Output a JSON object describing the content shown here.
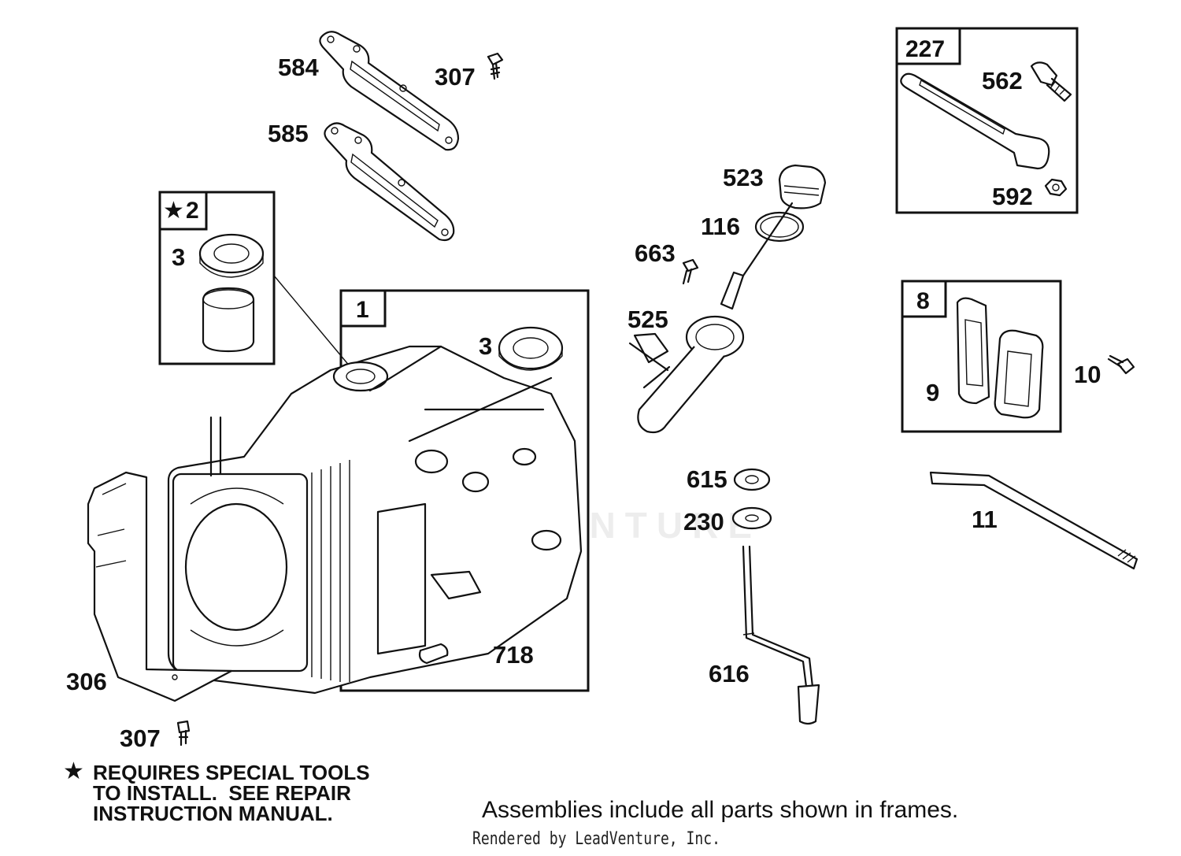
{
  "labels": {
    "p584": "584",
    "p307a": "307",
    "p585": "585",
    "p227": "227",
    "p562": "562",
    "p592": "592",
    "p523": "523",
    "p116": "116",
    "p663": "663",
    "p525": "525",
    "p2": "2",
    "p3a": "3",
    "p1": "1",
    "p3b": "3",
    "p8": "8",
    "p9": "9",
    "p10": "10",
    "p615": "615",
    "p230": "230",
    "p11": "11",
    "p718": "718",
    "p306": "306",
    "p307b": "307",
    "p616": "616"
  },
  "star_glyph": "★",
  "note": "REQUIRES SPECIAL TOOLS\nTO INSTALL.  SEE REPAIR\nINSTRUCTION MANUAL.",
  "assemblies_note": "Assemblies include all parts shown in frames.",
  "rendered_by": "Rendered by LeadVenture, Inc.",
  "watermark": "LEADVENTURE"
}
